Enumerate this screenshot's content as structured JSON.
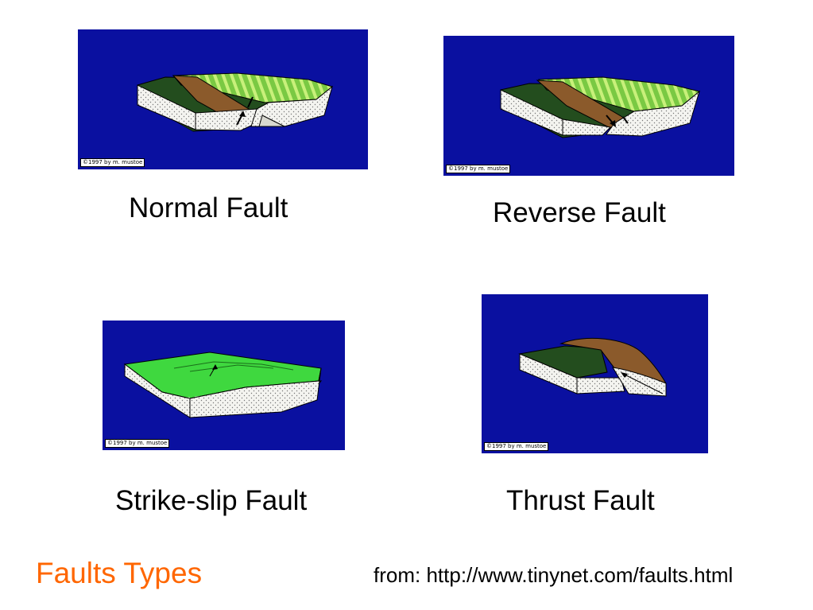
{
  "panels": [
    {
      "caption": "Normal Fault",
      "credit": "©1997 by m. mustoe"
    },
    {
      "caption": "Reverse Fault",
      "credit": "©1997 by m. mustoe"
    },
    {
      "caption": "Strike-slip Fault",
      "credit": "©1997 by m. mustoe"
    },
    {
      "caption": "Thrust Fault",
      "credit": "©1997 by m. mustoe"
    }
  ],
  "title": "Faults Types",
  "source": "from: http://www.tinynet.com/faults.html",
  "colors": {
    "panel_background": "#0a10a0",
    "title": "#ff6600",
    "grass": "#3fd83f",
    "dark_green": "#234d1e",
    "rock_brown": "#8b5a2b",
    "block_side": "#f4f4f0"
  }
}
